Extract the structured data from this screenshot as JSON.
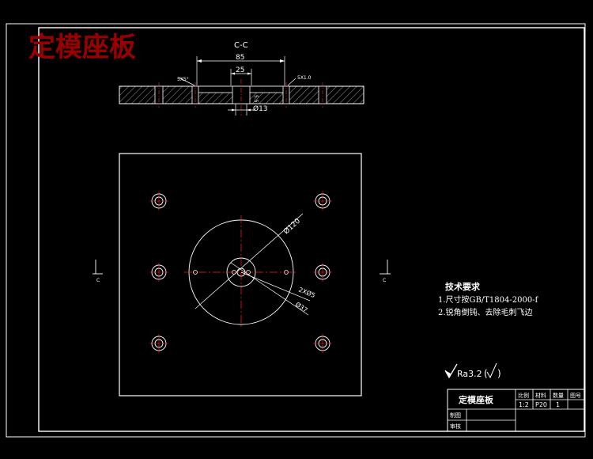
{
  "drawing": {
    "title_stamp": "定模座板",
    "section_label": "C-C",
    "section_marker": "C",
    "dims": {
      "width_85": "85",
      "width_25": "25",
      "dia_13": "Ø13",
      "dia_120": "Ø120",
      "holes_2x5": "2XØ5",
      "dia_37": "Ø37",
      "chamfer_left": "5X5°",
      "chamfer_right": "5X1.0",
      "depth": "5.5"
    },
    "tech_requirements": {
      "heading": "技术要求",
      "line1": "1.尺寸按GB/T1804-2000-f",
      "line2": "2.锐角倒钝、去除毛刺飞边"
    },
    "roughness": "Ra3.2",
    "title_block": {
      "part_name": "定模座板",
      "col_scale": "比例",
      "col_material": "材料",
      "col_qty": "数量",
      "col_drawing_no": "图号",
      "val_scale": "1:2",
      "val_material": "P20",
      "val_qty": "1",
      "row_drawn": "制图",
      "row_checked": "审核"
    },
    "colors": {
      "stamp": "#9b0000",
      "line": "#ffffff",
      "center": "#ff2020",
      "hatch": "#ffffff",
      "background": "#000000"
    }
  }
}
